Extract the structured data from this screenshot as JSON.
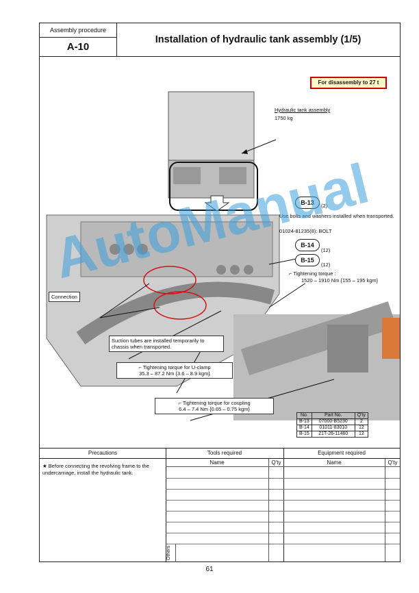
{
  "header": {
    "procedure_label": "Assembly procedure",
    "procedure_code": "A-10",
    "title": "Installation of hydraulic tank assembly (1/5)"
  },
  "note_box": "For disassembly to 27 t",
  "illustration": {
    "tank_label": "Hydraulic tank assembly",
    "tank_weight": "1750 kg",
    "b13_tag": "B-13",
    "b13_qty": "(2)",
    "b13_text": "Use bolts and washers installed when transported.",
    "b13_bolt": "01024-81235(8): BOLT",
    "b14_tag": "B-14",
    "b14_qty": "(12)",
    "b15_tag": "B-15",
    "b15_qty": "(12)",
    "torque_b15_label": "Tightening torque :",
    "torque_b15_value": "1520 – 1910 Nm {155 – 195 kgm}",
    "connection_label": "Connection",
    "suction_text": "Suction tubes are installed temporarily to chassis when transported.",
    "uclamp_label": "Tightening torque for U-clamp",
    "uclamp_value": "35.3 – 87.2 Nm {3.6 – 8.9 kgm}",
    "coupling_label": "Tightening torque for coupling",
    "coupling_value": "6.4 – 7.4 Nm {0.65 – 0.75 kgm}",
    "watermark": "AutoManual"
  },
  "parts_table": {
    "headers": [
      "No.",
      "Part No.",
      "Q'ty"
    ],
    "rows": [
      [
        "B-13",
        "07000-B5230",
        "2"
      ],
      [
        "B-14",
        "01011-83010",
        "12"
      ],
      [
        "B-15",
        "21T-26-11460",
        "12"
      ]
    ]
  },
  "bottom": {
    "precautions_header": "Precautions",
    "precaution_text": "★ Before connecting the revolving frame to the undercarriage, install the hydraulic tank.",
    "tools_header": "Tools required",
    "equipment_header": "Equipment required",
    "name_label": "Name",
    "qty_label": "Q'ty",
    "others_label": "Others"
  },
  "page_number": "61"
}
